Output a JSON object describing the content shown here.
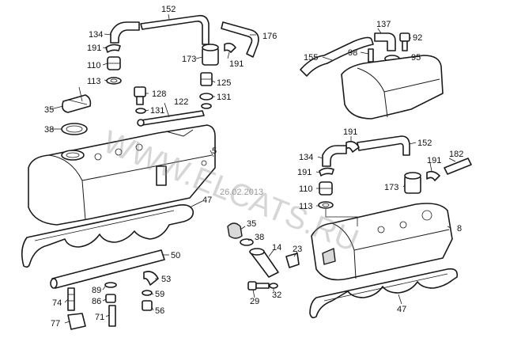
{
  "watermark": "WWW.ELCATS.RU",
  "date_stamp": "26.02.2013",
  "labels": {
    "l152a": "152",
    "l176": "176",
    "l134a": "134",
    "l191a": "191",
    "l110a": "110",
    "l113a": "113",
    "l173a": "173",
    "l191b": "191",
    "l125": "125",
    "l128": "128",
    "l131a": "131",
    "l122": "122",
    "l131b": "131",
    "l35a": "35",
    "l38a": "38",
    "l5": "5",
    "l47a": "47",
    "l50": "50",
    "l35b": "35",
    "l38b": "38",
    "l14": "14",
    "l23": "23",
    "l53": "53",
    "l89": "89",
    "l86": "86",
    "l59": "59",
    "l74": "74",
    "l71": "71",
    "l56": "56",
    "l77": "77",
    "l29": "29",
    "l32": "32",
    "l137": "137",
    "l92": "92",
    "l155": "155",
    "l98": "98",
    "l95": "95",
    "l191c": "191",
    "l152b": "152",
    "l182": "182",
    "l134b": "134",
    "l191d": "191",
    "l191e": "191",
    "l173b": "173",
    "l110b": "110",
    "l113b": "113",
    "l8": "8",
    "l47b": "47"
  }
}
